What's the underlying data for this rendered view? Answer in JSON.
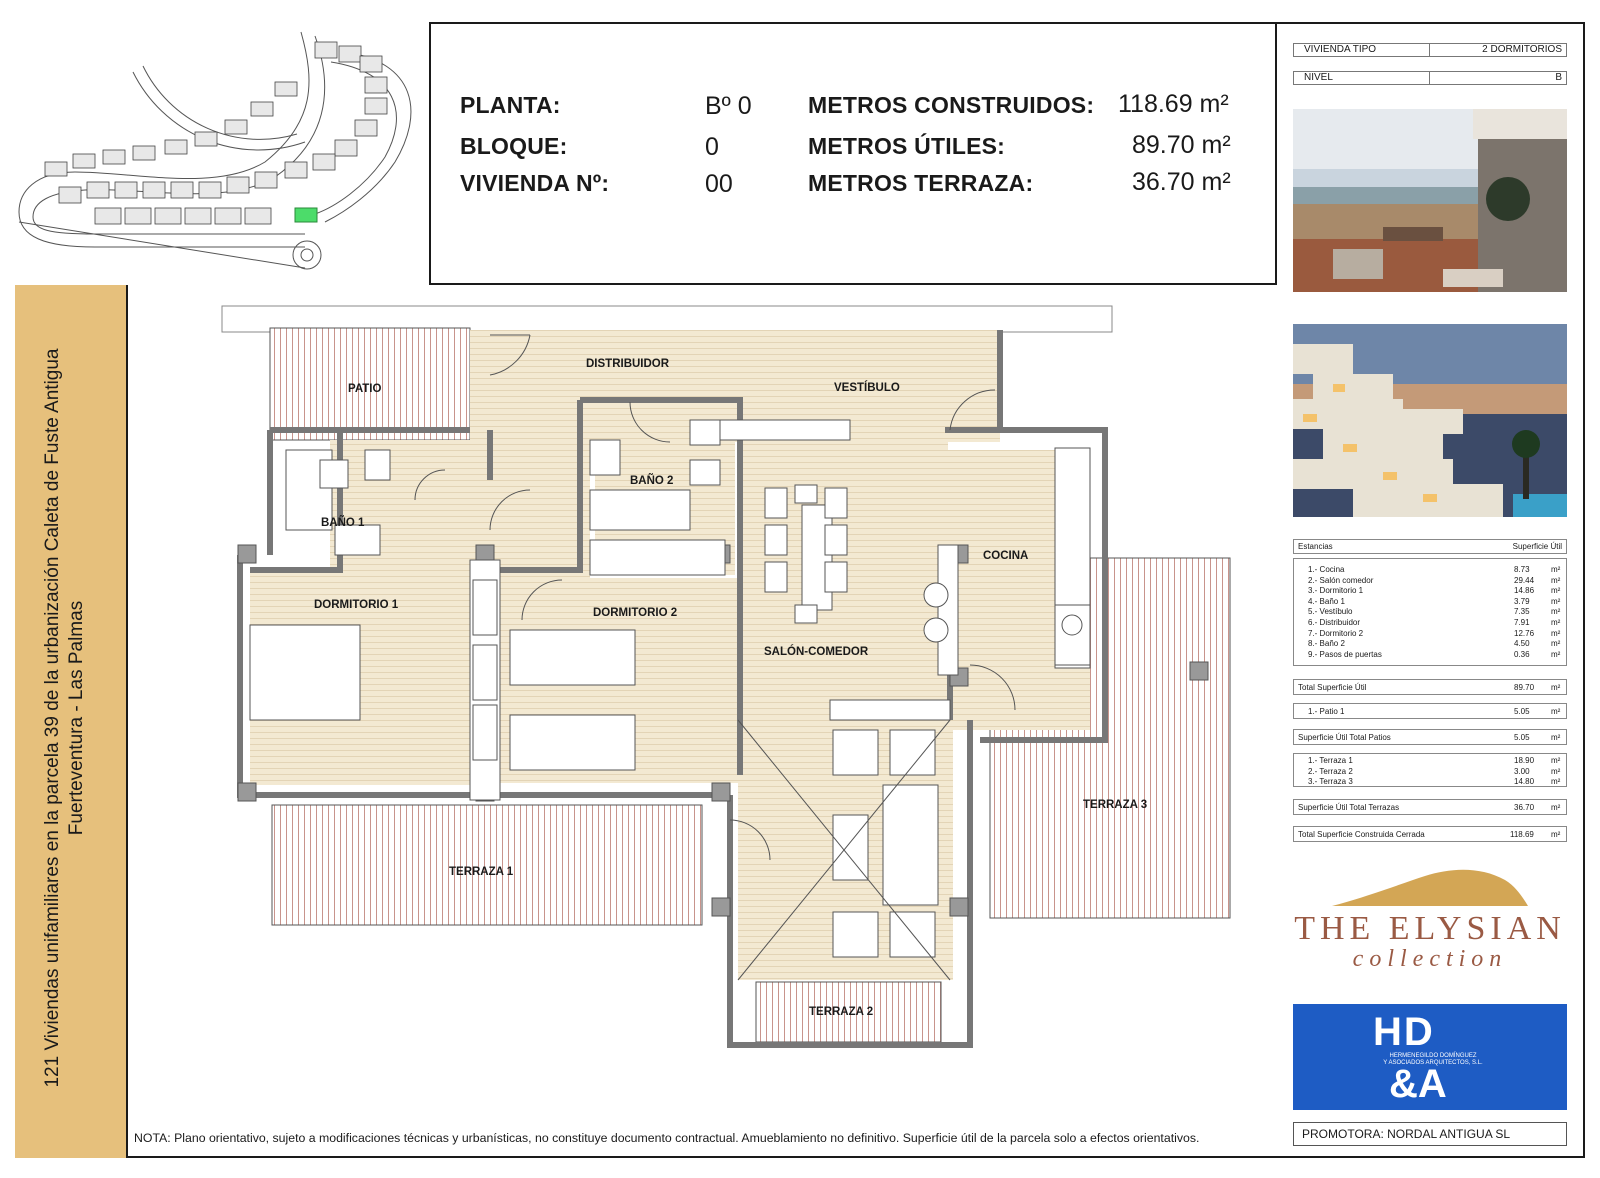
{
  "header": {
    "planta_label": "PLANTA:",
    "planta_value": "Bº 0",
    "bloque_label": "BLOQUE:",
    "bloque_value": "0",
    "vivienda_label": "VIVIENDA Nº:",
    "vivienda_value": "00",
    "construidos_label": "METROS CONSTRUIDOS:",
    "construidos_value": "118.69 m²",
    "utiles_label": "METROS ÚTILES:",
    "utiles_value": "89.70 m²",
    "terraza_label": "METROS TERRAZA:",
    "terraza_value": "36.70 m²"
  },
  "sidebar": {
    "line1": "121 Viviendas unifamiliares en la parcela 39 de la urbanización Caleta de Fuste Antigua",
    "line2": "Fuerteventura - Las Palmas"
  },
  "info": {
    "tipo_label": "VIVIENDA TIPO",
    "tipo_value": "2 DORMITORIOS",
    "nivel_label": "NIVEL",
    "nivel_value": "B"
  },
  "rooms_table": {
    "header_left": "Estancias",
    "header_right": "Superficie Útil",
    "rows": [
      {
        "name": "1.- Cocina",
        "value": "8.73",
        "unit": "m²"
      },
      {
        "name": "2.- Salón comedor",
        "value": "29.44",
        "unit": "m²"
      },
      {
        "name": "3.- Dormitorio 1",
        "value": "14.86",
        "unit": "m²"
      },
      {
        "name": "4.- Baño 1",
        "value": "3.79",
        "unit": "m²"
      },
      {
        "name": "5.- Vestíbulo",
        "value": "7.35",
        "unit": "m²"
      },
      {
        "name": "6.- Distribuidor",
        "value": "7.91",
        "unit": "m²"
      },
      {
        "name": "7.- Dormitorio 2",
        "value": "12.76",
        "unit": "m²"
      },
      {
        "name": "8.- Baño 2",
        "value": "4.50",
        "unit": "m²"
      },
      {
        "name": "9.- Pasos de puertas",
        "value": "0.36",
        "unit": "m²"
      }
    ],
    "total_util_label": "Total Superficie Útil",
    "total_util_value": "89.70",
    "patio_row_label": "1.- Patio 1",
    "patio_row_value": "5.05",
    "patios_total_label": "Superficie Útil Total Patios",
    "patios_total_value": "5.05",
    "terrazas_rows": [
      {
        "name": "1.- Terraza 1",
        "value": "18.90",
        "unit": "m²"
      },
      {
        "name": "2.- Terraza 2",
        "value": "3.00",
        "unit": "m²"
      },
      {
        "name": "3.- Terraza 3",
        "value": "14.80",
        "unit": "m²"
      }
    ],
    "terrazas_total_label": "Superficie Útil Total Terrazas",
    "terrazas_total_value": "36.70",
    "construida_label": "Total Superficie Construida Cerrada",
    "construida_value": "118.69",
    "unit": "m²"
  },
  "plan_labels": {
    "patio": "PATIO",
    "distribuidor": "DISTRIBUIDOR",
    "vestibulo": "VESTÍBULO",
    "bano2": "BAÑO 2",
    "bano1": "BAÑO 1",
    "cocina": "COCINA",
    "dormitorio1": "DORMITORIO 1",
    "dormitorio2": "DORMITORIO 2",
    "salon": "SALÓN-COMEDOR",
    "terraza1": "TERRAZA 1",
    "terraza2": "TERRAZA 2",
    "terraza3": "TERRAZA 3"
  },
  "logo": {
    "title": "THE ELYSIAN",
    "subtitle": "collection",
    "hd_top": "HD",
    "hd_bottom": "&A",
    "hd_caption1": "HERMENEGILDO DOMÍNGUEZ",
    "hd_caption2": "Y ASOCIADOS ARQUITECTOS, S.L."
  },
  "promotora": "PROMOTORA: NORDAL ANTIGUA SL",
  "nota": "NOTA: Plano orientativo, sujeto a modificaciones técnicas y urbanísticas, no constituye documento contractual. Amueblamiento no definitivo. Superficie útil de la parcela solo a efectos orientativos.",
  "colors": {
    "sidebar": "#e6c07c",
    "floor": "#f3e9d2",
    "terrace": "#b0665a",
    "highlight": "#4cdc6a",
    "hd_blue": "#1e5cc4",
    "brand": "#9a5a44"
  }
}
